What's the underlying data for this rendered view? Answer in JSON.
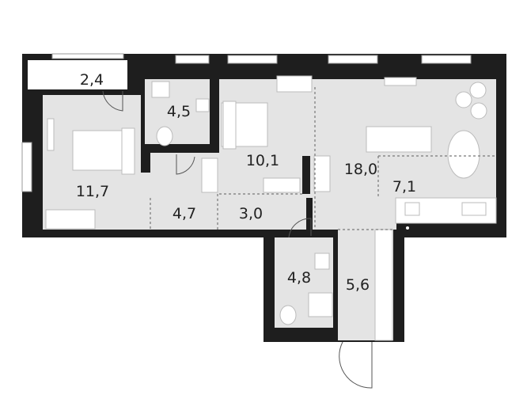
{
  "floor_plan": {
    "rooms": [
      {
        "id": "balcony",
        "area": "2,4"
      },
      {
        "id": "bathroom-1",
        "area": "4,5"
      },
      {
        "id": "bedroom-1",
        "area": "11,7"
      },
      {
        "id": "bedroom-2",
        "area": "10,1"
      },
      {
        "id": "living-room",
        "area": "18,0"
      },
      {
        "id": "kitchen",
        "area": "7,1"
      },
      {
        "id": "hall",
        "area": "4,7"
      },
      {
        "id": "corridor",
        "area": "3,0"
      },
      {
        "id": "bathroom-2",
        "area": "4,8"
      },
      {
        "id": "entrance-hall",
        "area": "5,6"
      }
    ],
    "colors": {
      "wall": "#1e1e1e",
      "floor": "#e4e4e4",
      "furniture": "#ffffff"
    }
  }
}
